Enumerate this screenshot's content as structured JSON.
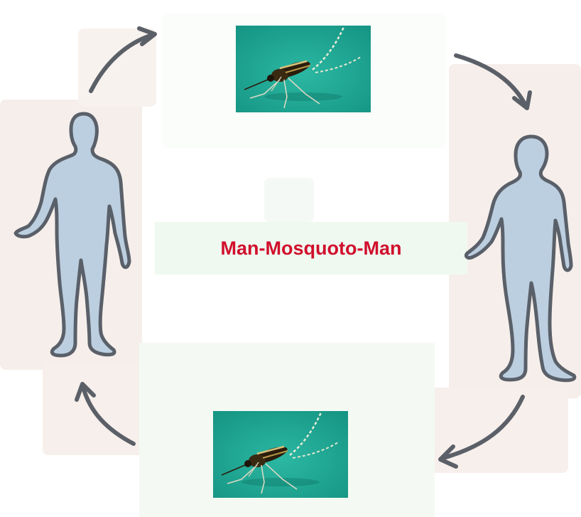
{
  "diagram": {
    "title": "Man-Mosquoto-Man",
    "colors": {
      "title": "#d10f2c",
      "human_fill": "#bccfe0",
      "human_outline": "#555b64",
      "arrow": "#5b6068",
      "photo_bg": "#1ea894",
      "left_halo": "#f4ebe6",
      "right_halo": "#f5ece7",
      "band_bg": "#eff9f0"
    },
    "nodes": [
      {
        "id": "human-left",
        "icon": "human-silhouette-icon"
      },
      {
        "id": "mosquito-top",
        "icon": "mosquito-photo"
      },
      {
        "id": "human-right",
        "icon": "human-silhouette-icon"
      },
      {
        "id": "mosquito-bottom",
        "icon": "mosquito-photo"
      }
    ],
    "arrows": [
      {
        "from": "human-left",
        "to": "mosquito-top",
        "icon": "curved-arrow-icon"
      },
      {
        "from": "mosquito-top",
        "to": "human-right",
        "icon": "curved-arrow-icon"
      },
      {
        "from": "human-right",
        "to": "mosquito-bottom",
        "icon": "curved-arrow-icon"
      },
      {
        "from": "mosquito-bottom",
        "to": "human-left",
        "icon": "curved-arrow-icon"
      }
    ]
  }
}
